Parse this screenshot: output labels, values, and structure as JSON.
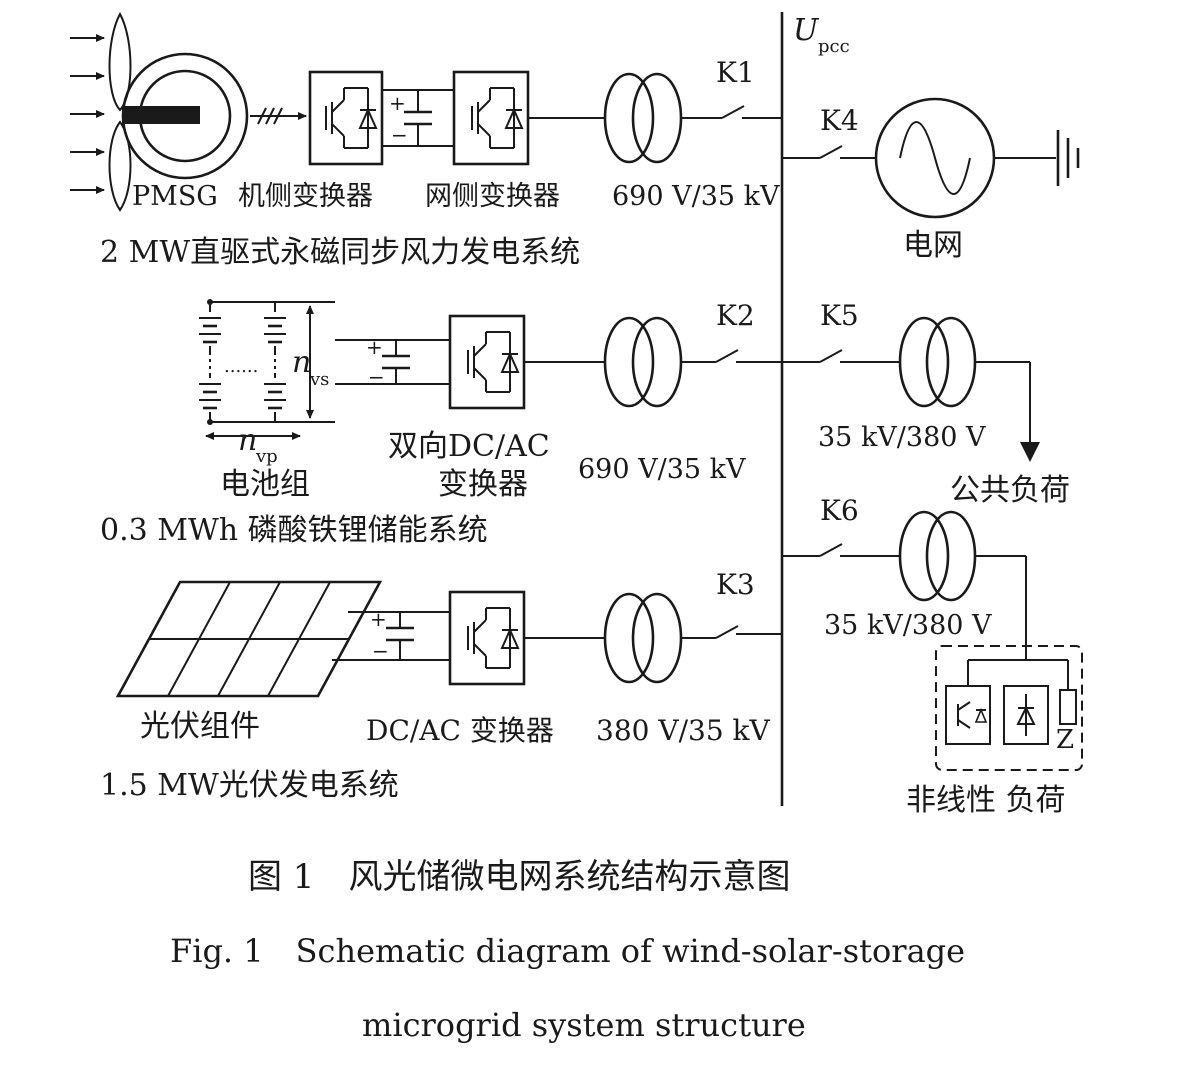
{
  "bus": {
    "label": "U",
    "sub": "pcc"
  },
  "wind": {
    "gen_label": "PMSG",
    "mc_label": "机侧变换器",
    "gc_label": "网侧变换器",
    "tx_label": "690 V/35 kV",
    "switch": "K1",
    "system": "2 MW直驱式永磁同步风力发电系统"
  },
  "grid": {
    "switch": "K4",
    "label": "电网"
  },
  "storage": {
    "battery_label": "电池组",
    "nvs": "n",
    "nvs_sub": "vs",
    "nvp": "n",
    "nvp_sub": "vp",
    "dots": "......",
    "conv_line1": "双向DC/AC",
    "conv_line2": "变换器",
    "tx_label": "690 V/35 kV",
    "switch": "K2",
    "system": "0.3 MWh 磷酸铁锂储能系统"
  },
  "public_load": {
    "switch": "K5",
    "tx_label": "35 kV/380  V",
    "label": "公共负荷"
  },
  "nonlinear_load": {
    "switch": "K6",
    "tx_label": "35 kV/380 V",
    "z_label": "Z",
    "label": "非线性 负荷"
  },
  "pv": {
    "panel_label": "光伏组件",
    "conv_label": "DC/AC 变换器",
    "tx_label": "380 V/35 kV",
    "switch": "K3",
    "system": "1.5 MW光伏发电系统"
  },
  "caption": {
    "cn": "图 1　风光储微电网系统结构示意图",
    "en1": "Fig. 1　Schematic diagram of wind-solar-storage",
    "en2": "microgrid system structure"
  }
}
